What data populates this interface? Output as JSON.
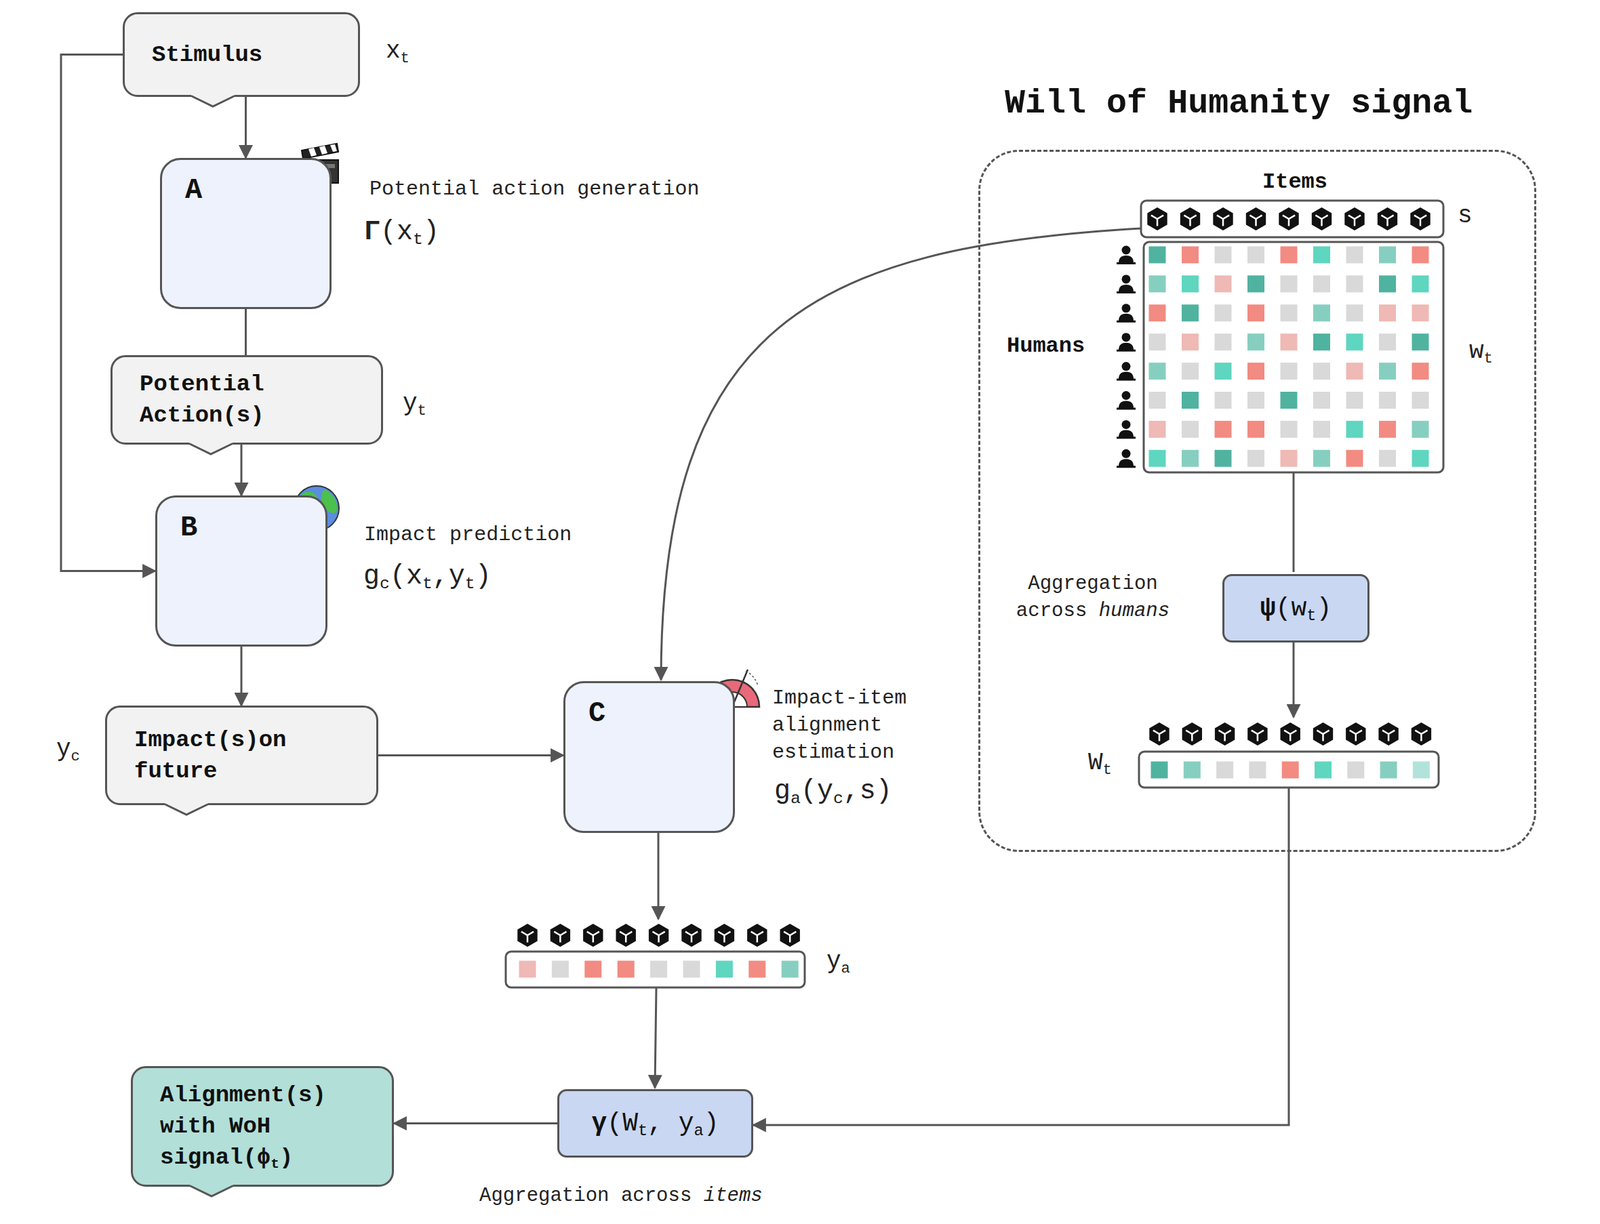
{
  "diagram": {
    "nodes": [
      {
        "text": [
          "Stimulus"
        ]
      },
      {
        "text": [
          "A"
        ]
      },
      {
        "text": [
          "Potential Action(s)"
        ]
      },
      {
        "text": [
          "B"
        ]
      },
      {
        "text": [
          "Impact(s)on future"
        ]
      },
      {
        "text": [
          "C"
        ]
      },
      {
        "text": [
          "Will of Humanity signal"
        ]
      },
      {
        "text": [
          "ψ(wt)"
        ],
        "in": 6
      },
      {
        "text": [
          "γ(Wt, ya)"
        ]
      },
      {
        "text": [
          "Alignment(s) with WoH signal(ϕt)"
        ]
      }
    ],
    "edges": [
      {
        "from": 0,
        "to": 1,
        "arrow": "to"
      },
      {
        "from": 1,
        "to": 2,
        "arrow": "none"
      },
      {
        "from": 2,
        "to": 3,
        "arrow": "to"
      },
      {
        "from": 0,
        "to": 3,
        "arrow": "to"
      },
      {
        "from": 3,
        "to": 4,
        "arrow": "to"
      },
      {
        "from": 4,
        "to": 5,
        "arrow": "to"
      },
      {
        "from": 8,
        "to": 9,
        "arrow": "to"
      }
    ],
    "labels": [
      "xt",
      "Potential action generation",
      "Γ(xt)",
      "yt",
      "Impact prediction",
      "gc(xt,yt)",
      "yc",
      "Impact-item alignment estimation",
      "ga(yc,s)",
      "ya",
      "Items",
      "s",
      "Humans",
      "wt",
      "Aggregation across humans",
      "Wt",
      "Aggregation across items"
    ]
  }
}
